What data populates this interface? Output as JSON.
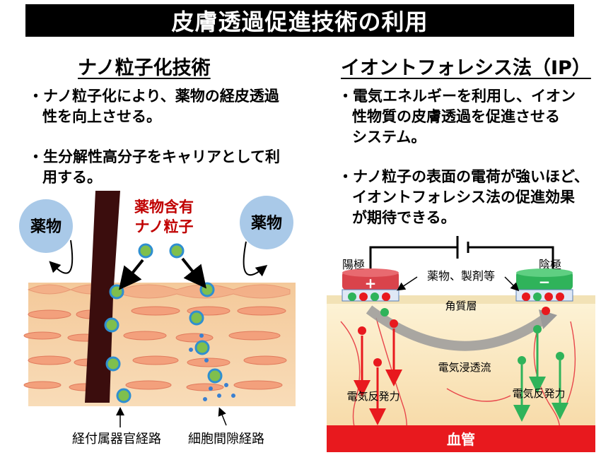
{
  "title": "皮膚透過促進技術の利用",
  "left": {
    "heading": "ナノ粒子化技術",
    "bullets": [
      [
        "・ナノ粒子化により、薬物の経皮透過",
        "性を向上させる。"
      ],
      [
        "・生分解性高分子をキャリアとして利",
        "用する。"
      ]
    ],
    "figure": {
      "drug_label": "薬物",
      "np_label_line1": "薬物含有",
      "np_label_line2": "ナノ粒子",
      "route1": "経付属器官経路",
      "route2": "細胞間隙経路"
    }
  },
  "right": {
    "heading": "イオントフォレシス法（IP）",
    "bullets": [
      [
        "・電気エネルギーを利用し、イオン",
        "性物質の皮膚透過を促進させる",
        "システム。"
      ],
      [
        "・ナノ粒子の表面の電荷が強いほど、",
        "イオントフォレシス法の促進効果",
        "が期待できる。"
      ]
    ],
    "figure": {
      "anode": "陽極",
      "cathode": "陰極",
      "formulation": "薬物、製剤等",
      "stratum": "角質層",
      "electroosmosis": "電気浸透流",
      "repulsion_left": "電気反発力",
      "repulsion_right": "電気反発力",
      "vessel": "血管",
      "plus": "+",
      "minus": "−"
    }
  },
  "colors": {
    "red_text": "#c00000",
    "electrode_red": "#d9434b",
    "electrode_green": "#2fb35a",
    "vessel_red": "#e8191e",
    "drug_circle": "#a9c9e8"
  }
}
